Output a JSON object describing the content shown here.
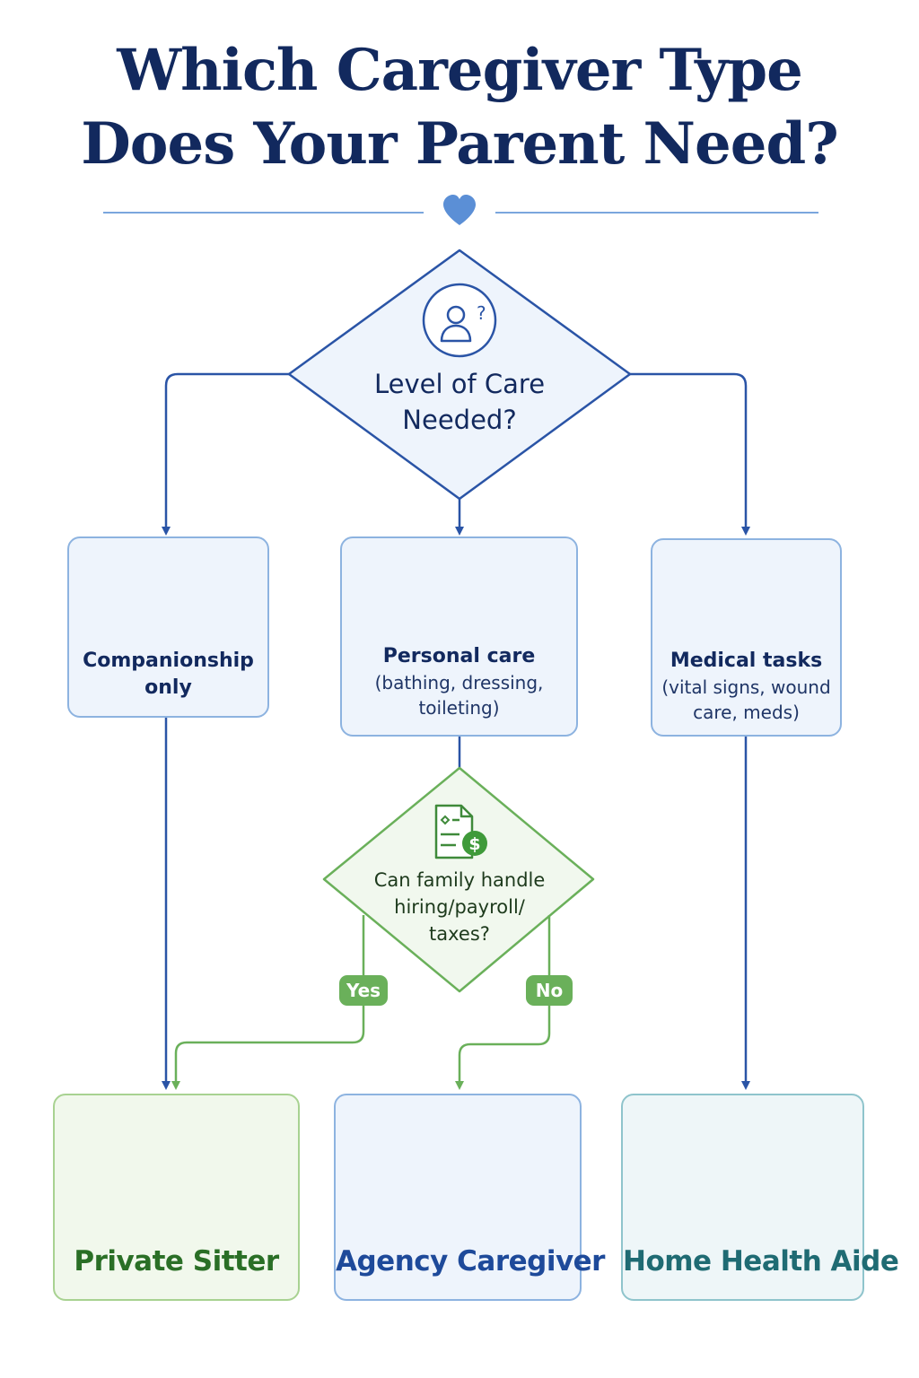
{
  "title": {
    "line1": "Which Caregiver Type",
    "line2": "Does Your Parent Need?"
  },
  "start": {
    "question_line1": "Level of Care",
    "question_line2": "Needed?",
    "icon": "person-question-icon"
  },
  "options": [
    {
      "title_line1": "Companionship",
      "title_line2": "only",
      "icon": "conversation-icon"
    },
    {
      "title": "Personal care",
      "sub_line1": "(bathing, dressing,",
      "sub_line2": "toileting)",
      "icon": "bathtub-icon"
    },
    {
      "title": "Medical tasks",
      "sub_line1": "(vital signs, wound",
      "sub_line2": "care, meds)",
      "icon": "heart-plus-icon"
    }
  ],
  "decision": {
    "line1": "Can family handle",
    "line2": "hiring/payroll/",
    "line3": "taxes?",
    "icon": "document-dollar-icon",
    "yes_label": "Yes",
    "no_label": "No"
  },
  "results": [
    {
      "label": "Private Sitter",
      "icon": "armchair-icon",
      "color": "#2a6f26"
    },
    {
      "label": "Agency Caregiver",
      "icon": "group-icon",
      "color": "#1e4a9a"
    },
    {
      "label": "Home Health Aide",
      "icon": "house-medical-icon",
      "color": "#1f6b73"
    }
  ],
  "colors": {
    "navy": "#12295e",
    "blue_line": "#2a54a6",
    "green": "#6ab05a",
    "teal": "#2b8a8e",
    "box_bg": "#eef4fc"
  }
}
